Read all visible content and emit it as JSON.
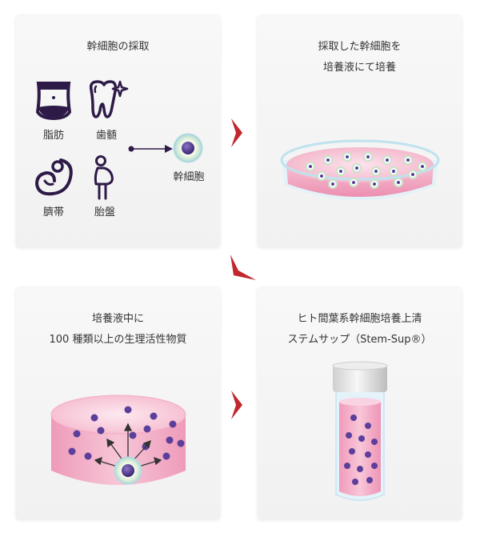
{
  "step1": {
    "title": "幹細胞の採取",
    "sources": [
      {
        "label": "脂肪",
        "icon": "abdomen-icon"
      },
      {
        "label": "歯髄",
        "icon": "tooth-icon"
      },
      {
        "label": "臍帯",
        "icon": "umbilical-cord-icon"
      },
      {
        "label": "胎盤",
        "icon": "pregnant-woman-icon"
      }
    ],
    "result_label": "幹細胞"
  },
  "step2": {
    "title_line1": "採取した幹細胞を",
    "title_line2": "培養液にて培養"
  },
  "step3": {
    "title_line1": "培養液中に",
    "title_line2": "100 種類以上の生理活性物質"
  },
  "step4": {
    "title_line1": "ヒト間葉系幹細胞培養上清",
    "title_line2": "ステムサップ（Stem-Sup®）"
  },
  "colors": {
    "arrow": "#c1272d",
    "icon": "#2e1a47",
    "cell_purple": "#5b3f9a",
    "medium_pink": "#f2a6be"
  }
}
